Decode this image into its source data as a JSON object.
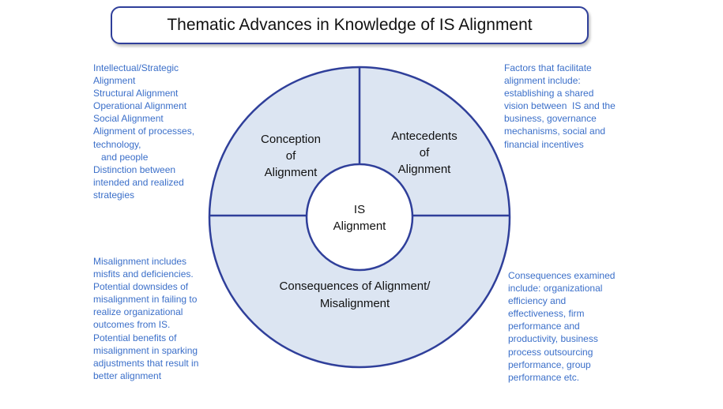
{
  "title": "Thematic Advances in Knowledge of IS Alignment",
  "center_label": [
    "IS",
    "Alignment"
  ],
  "segments": {
    "conception": [
      "Conception",
      "of",
      "Alignment"
    ],
    "antecedents": [
      "Antecedents",
      "of",
      "Alignment"
    ],
    "consequences": [
      "Consequences of Alignment/",
      "Misalignment"
    ]
  },
  "notes": {
    "top_left": [
      "Intellectual/Strategic",
      "Alignment",
      "Structural Alignment",
      "Operational Alignment",
      "Social Alignment",
      "Alignment of processes,",
      "technology,",
      "   and people",
      "Distinction between",
      "intended and realized",
      "strategies"
    ],
    "top_right": [
      "Factors that facilitate",
      "alignment include:",
      "establishing a shared",
      "vision between  IS and the",
      "business, governance",
      "mechanisms, social and",
      "financial incentives"
    ],
    "bottom_left": [
      "Misalignment includes",
      "misfits and deficiencies.",
      "Potential downsides of",
      "misalignment in failing to",
      "realize organizational",
      "outcomes from IS.",
      "Potential benefits of",
      "misalignment in sparking",
      "adjustments that result in",
      "better alignment"
    ],
    "bottom_right": [
      "Consequences examined",
      "include: organizational",
      "efficiency and",
      "effectiveness, firm",
      "performance and",
      "productivity, business",
      "process outsourcing",
      "performance, group",
      "performance etc."
    ]
  },
  "colors": {
    "ring_fill": "#dce5f2",
    "ring_stroke": "#2f3f9a",
    "note_text": "#3b6fc9",
    "center_fill": "#ffffff"
  }
}
